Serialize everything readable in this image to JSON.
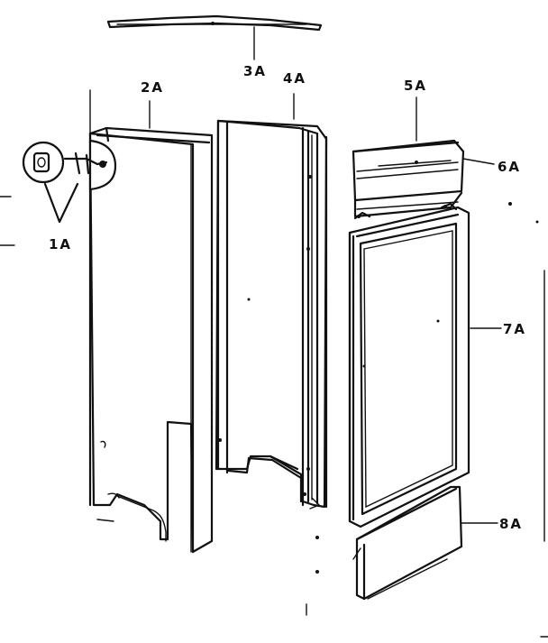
{
  "labels": {
    "part_1a": "1A",
    "part_2a": "2A",
    "part_3a": "3A",
    "part_4a": "4A",
    "part_5a": "5A",
    "part_6a": "6A",
    "part_7a": "7A",
    "part_8a": "8A"
  }
}
